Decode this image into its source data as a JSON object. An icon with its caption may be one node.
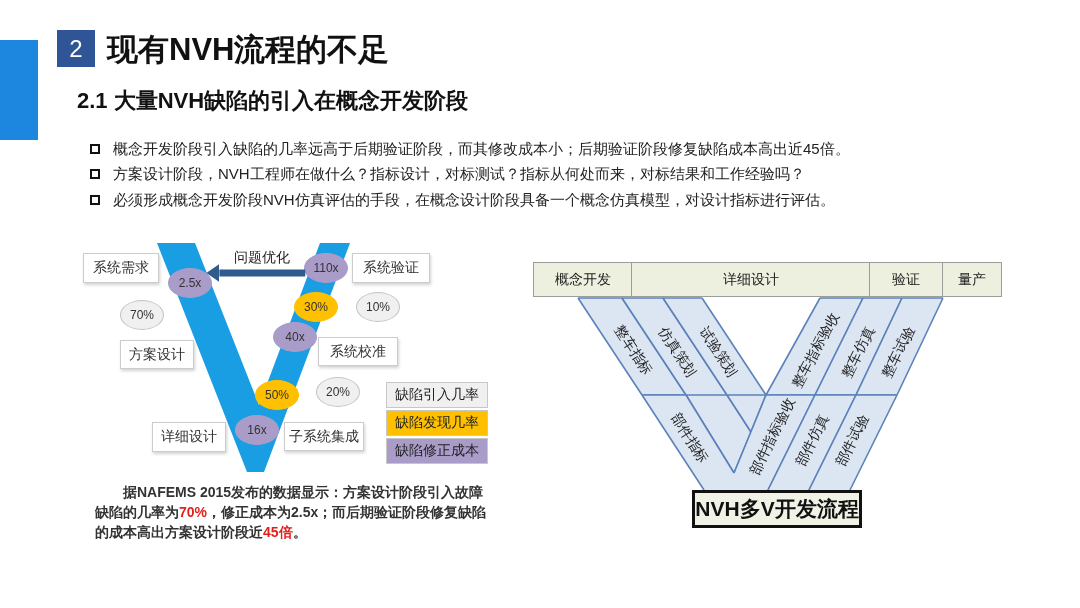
{
  "diagram": {
    "title": "现有NVH流程的不足",
    "nodes": [
      {
        "text": [],
        "shape": "band"
      },
      {
        "text": [
          "系统需求"
        ]
      },
      {
        "text": [
          "2.5x"
        ],
        "in": 0
      },
      {
        "text": [
          "系统验证"
        ]
      },
      {
        "text": [
          "110x"
        ],
        "in": 0
      },
      {
        "text": [
          "70%"
        ]
      },
      {
        "text": [
          "30%"
        ],
        "in": 0
      },
      {
        "text": [
          "10%"
        ]
      },
      {
        "text": [
          "40x"
        ],
        "in": 0
      },
      {
        "text": [
          "方案设计"
        ]
      },
      {
        "text": [
          "系统校准"
        ]
      },
      {
        "text": [
          "50%"
        ],
        "in": 0
      },
      {
        "text": [
          "20%"
        ]
      },
      {
        "text": [
          "详细设计"
        ]
      },
      {
        "text": [
          "16x"
        ],
        "in": 0
      },
      {
        "text": [
          "子系统集成"
        ]
      },
      {
        "text": [
          "概念开发"
        ]
      },
      {
        "text": [
          "详细设计"
        ]
      },
      {
        "text": [
          "验证"
        ]
      },
      {
        "text": [
          "量产"
        ]
      },
      {
        "text": [
          "整车指标"
        ]
      },
      {
        "text": [
          "仿真策划"
        ]
      },
      {
        "text": [
          "试验策划"
        ]
      },
      {
        "text": [
          "整车指标验收"
        ]
      },
      {
        "text": [
          "整车仿真"
        ]
      },
      {
        "text": [
          "整车试验"
        ]
      },
      {
        "text": [
          "部件指标"
        ]
      },
      {
        "text": [
          "部件指标验收"
        ]
      },
      {
        "text": [
          "部件仿真"
        ]
      },
      {
        "text": [
          "部件试验"
        ]
      },
      {
        "text": [
          "NVH多V开发流程"
        ]
      }
    ],
    "edges": [
      {
        "from": 4,
        "to": 2,
        "arrow": "to",
        "label": "问题优化"
      }
    ],
    "labels": [
      "2",
      "2.1 大量NVH缺陷的引入在概念开发阶段",
      "概念开发阶段引入缺陷的几率远高于后期验证阶段，而其修改成本小；后期验证阶段修复缺陷成本高出近45倍。",
      "方案设计阶段，NVH工程师在做什么？指标设计，对标测试？指标从何处而来，对标结果和工作经验吗？",
      "必须形成概念开发阶段NVH仿真评估的手段，在概念设计阶段具备一个概念仿真模型，对设计指标进行评估。",
      "据NAFEMS 2015发布的数据显示：方案设计阶段引入故障缺陷的几率为**70%**，修正成本为2.5x；而后期验证阶段修复缺陷的成本高出方案设计阶段近**45倍**。"
    ],
    "legend": [
      {
        "text": "缺陷引入几率",
        "color": "#f0f0f0"
      },
      {
        "text": "缺陷发现几率",
        "color": "#ffc000"
      },
      {
        "text": "缺陷修正成本",
        "color": "#a99cc9"
      }
    ]
  }
}
